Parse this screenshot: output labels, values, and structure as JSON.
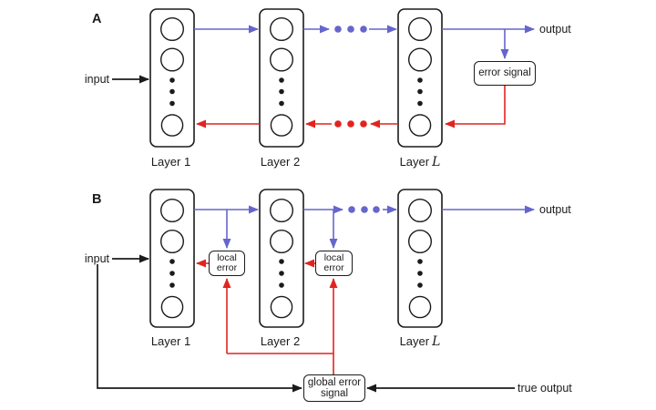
{
  "colors": {
    "forward_blue": "#6565cd",
    "error_red": "#e12420",
    "line_black": "#1b1b1b",
    "background": "#ffffff"
  },
  "panel_a": {
    "label": "A",
    "input_label": "input",
    "output_label": "output",
    "error_signal_label": "error signal",
    "layer_captions": [
      {
        "name": "Layer 1",
        "math": ""
      },
      {
        "name": "Layer 2",
        "math": ""
      },
      {
        "name": "Layer",
        "math": "L"
      }
    ]
  },
  "panel_b": {
    "label": "B",
    "input_label": "input",
    "output_label": "output",
    "local_error_boxes": [
      {
        "line1": "local",
        "line2": "error"
      },
      {
        "line1": "local",
        "line2": "error"
      }
    ],
    "global_error_box": {
      "line1": "global error",
      "line2": "signal"
    },
    "true_output_label": "true output",
    "layer_captions": [
      {
        "name": "Layer 1",
        "math": ""
      },
      {
        "name": "Layer 2",
        "math": ""
      },
      {
        "name": "Layer",
        "math": "L"
      }
    ]
  }
}
